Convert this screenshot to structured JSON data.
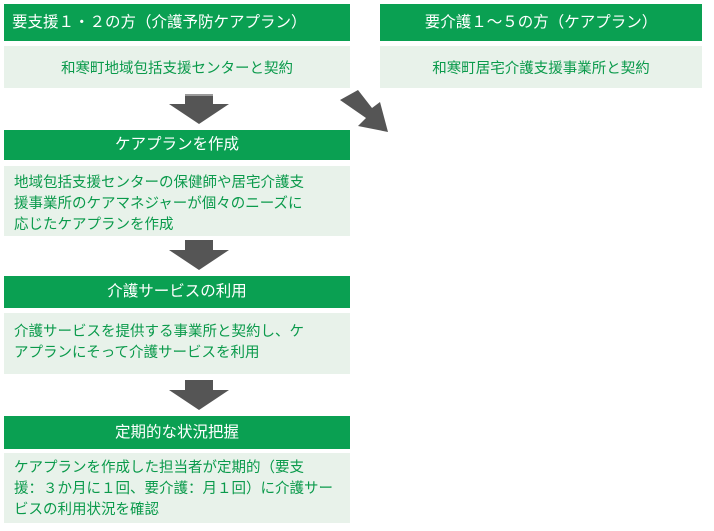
{
  "colors": {
    "header_bg": "#0aa052",
    "box_bg": "#e8f2ea",
    "text_green": "#0a9a4b",
    "arrow": "#555555"
  },
  "left_top": {
    "header": "要支援１・２の方（介護予防ケアプラン）",
    "contract": "和寒町地域包括支援センターと契約"
  },
  "right_top": {
    "header": "要介護１～５の方（ケアプラン）",
    "contract": "和寒町居宅介護支援事業所と契約"
  },
  "steps": [
    {
      "title": "ケアプランを作成",
      "lines": [
        "地域包括支援センターの保健師や居宅介護支",
        "援事業所のケアマネジャーが個々のニーズに",
        "応じたケアプランを作成"
      ]
    },
    {
      "title": "介護サービスの利用",
      "lines": [
        "介護サービスを提供する事業所と契約し、ケ",
        "アプランにそって介護サービスを利用"
      ]
    },
    {
      "title": "定期的な状況把握",
      "lines": [
        "ケアプランを作成した担当者が定期的（要支",
        "援：３か月に１回、要介護：月１回）に介護サー",
        "ビスの利用状況を確認"
      ]
    }
  ]
}
